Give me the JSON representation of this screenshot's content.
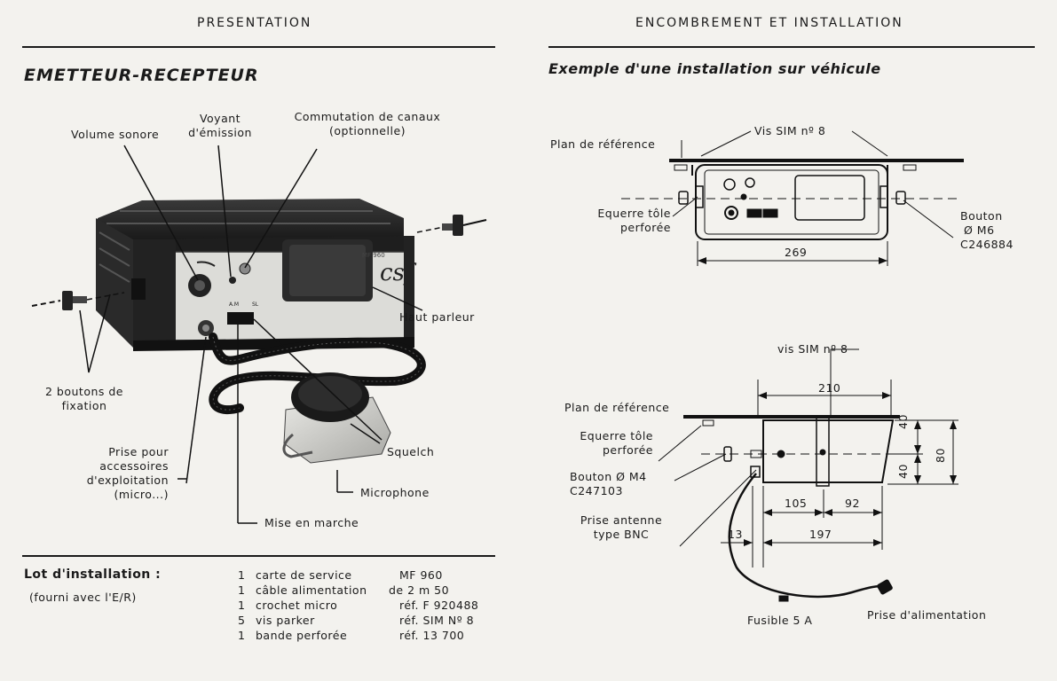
{
  "left": {
    "header": "PRESENTATION",
    "title": "EMETTEUR-RECEPTEUR",
    "device": {
      "model_label": "MF 960"
    },
    "callouts": {
      "volume": "Volume sonore",
      "voyant_line1": "Voyant",
      "voyant_line2": "d'émission",
      "commutation_line1": "Commutation de canaux",
      "commutation_line2": "(optionnelle)",
      "haut_parleur": "Haut parleur",
      "boutons_line1": "2 boutons de",
      "boutons_line2": "fixation",
      "prise_line1": "Prise pour",
      "prise_line2": "accessoires",
      "prise_line3": "d'exploitation",
      "prise_line4": "(micro...)",
      "squelch": "Squelch",
      "microphone": "Microphone",
      "mise_en_marche": "Mise en marche"
    },
    "lot": {
      "title": "Lot d'installation :",
      "subtitle": "(fourni avec l'E/R)",
      "items": [
        {
          "qty": "1",
          "name": "carte de service",
          "ref": "MF 960"
        },
        {
          "qty": "1",
          "name": "câble alimentation",
          "ref": "de 2 m 50"
        },
        {
          "qty": "1",
          "name": "crochet micro",
          "ref": "réf. F 920488"
        },
        {
          "qty": "5",
          "name": "vis parker",
          "ref": "réf. SIM Nº 8"
        },
        {
          "qty": "1",
          "name": "bande perforée",
          "ref": "réf. 13 700"
        }
      ]
    }
  },
  "right": {
    "header": "ENCOMBREMENT ET INSTALLATION",
    "subtitle": "Exemple d'une installation sur véhicule",
    "top": {
      "plan": "Plan de référence",
      "vis": "Vis SIM nº 8",
      "equerre_line1": "Equerre tôle",
      "equerre_line2": "perforée",
      "bouton_line1": "Bouton",
      "bouton_line2": "Ø M6",
      "bouton_line3": "C246884",
      "width": "269"
    },
    "bottom": {
      "vis": "vis SIM nº 8",
      "plan": "Plan de référence",
      "equerre_line1": "Equerre tôle",
      "equerre_line2": "perforée",
      "bouton_line1": "Bouton Ø M4",
      "bouton_line2": "C247103",
      "prise_line1": "Prise antenne",
      "prise_line2": "type BNC",
      "fusible": "Fusible 5 A",
      "alim": "Prise d'alimentation",
      "dim_210": "210",
      "dim_40a": "40",
      "dim_40b": "40",
      "dim_80": "80",
      "dim_105": "105",
      "dim_92": "92",
      "dim_13": "13",
      "dim_197": "197"
    }
  }
}
